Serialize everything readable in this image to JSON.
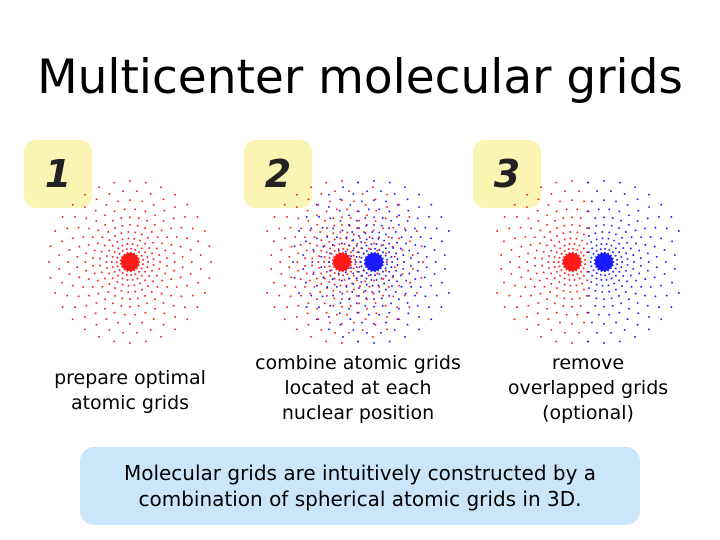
{
  "title": "Multicenter molecular grids",
  "panels": [
    {
      "number": "1",
      "caption": "prepare optimal\natomic grids"
    },
    {
      "number": "2",
      "caption": "combine atomic grids\nlocated at each\nnuclear position"
    },
    {
      "number": "3",
      "caption": "remove\noverlapped grids\n(optional)"
    }
  ],
  "summary": "Molecular grids are intuitively constructed by a combination of spherical atomic grids in 3D.",
  "colors": {
    "atom_a": "#ff1a1a",
    "atom_b": "#1a1aff",
    "badge": "#fbf5b4",
    "banner": "#c9e6fa"
  }
}
